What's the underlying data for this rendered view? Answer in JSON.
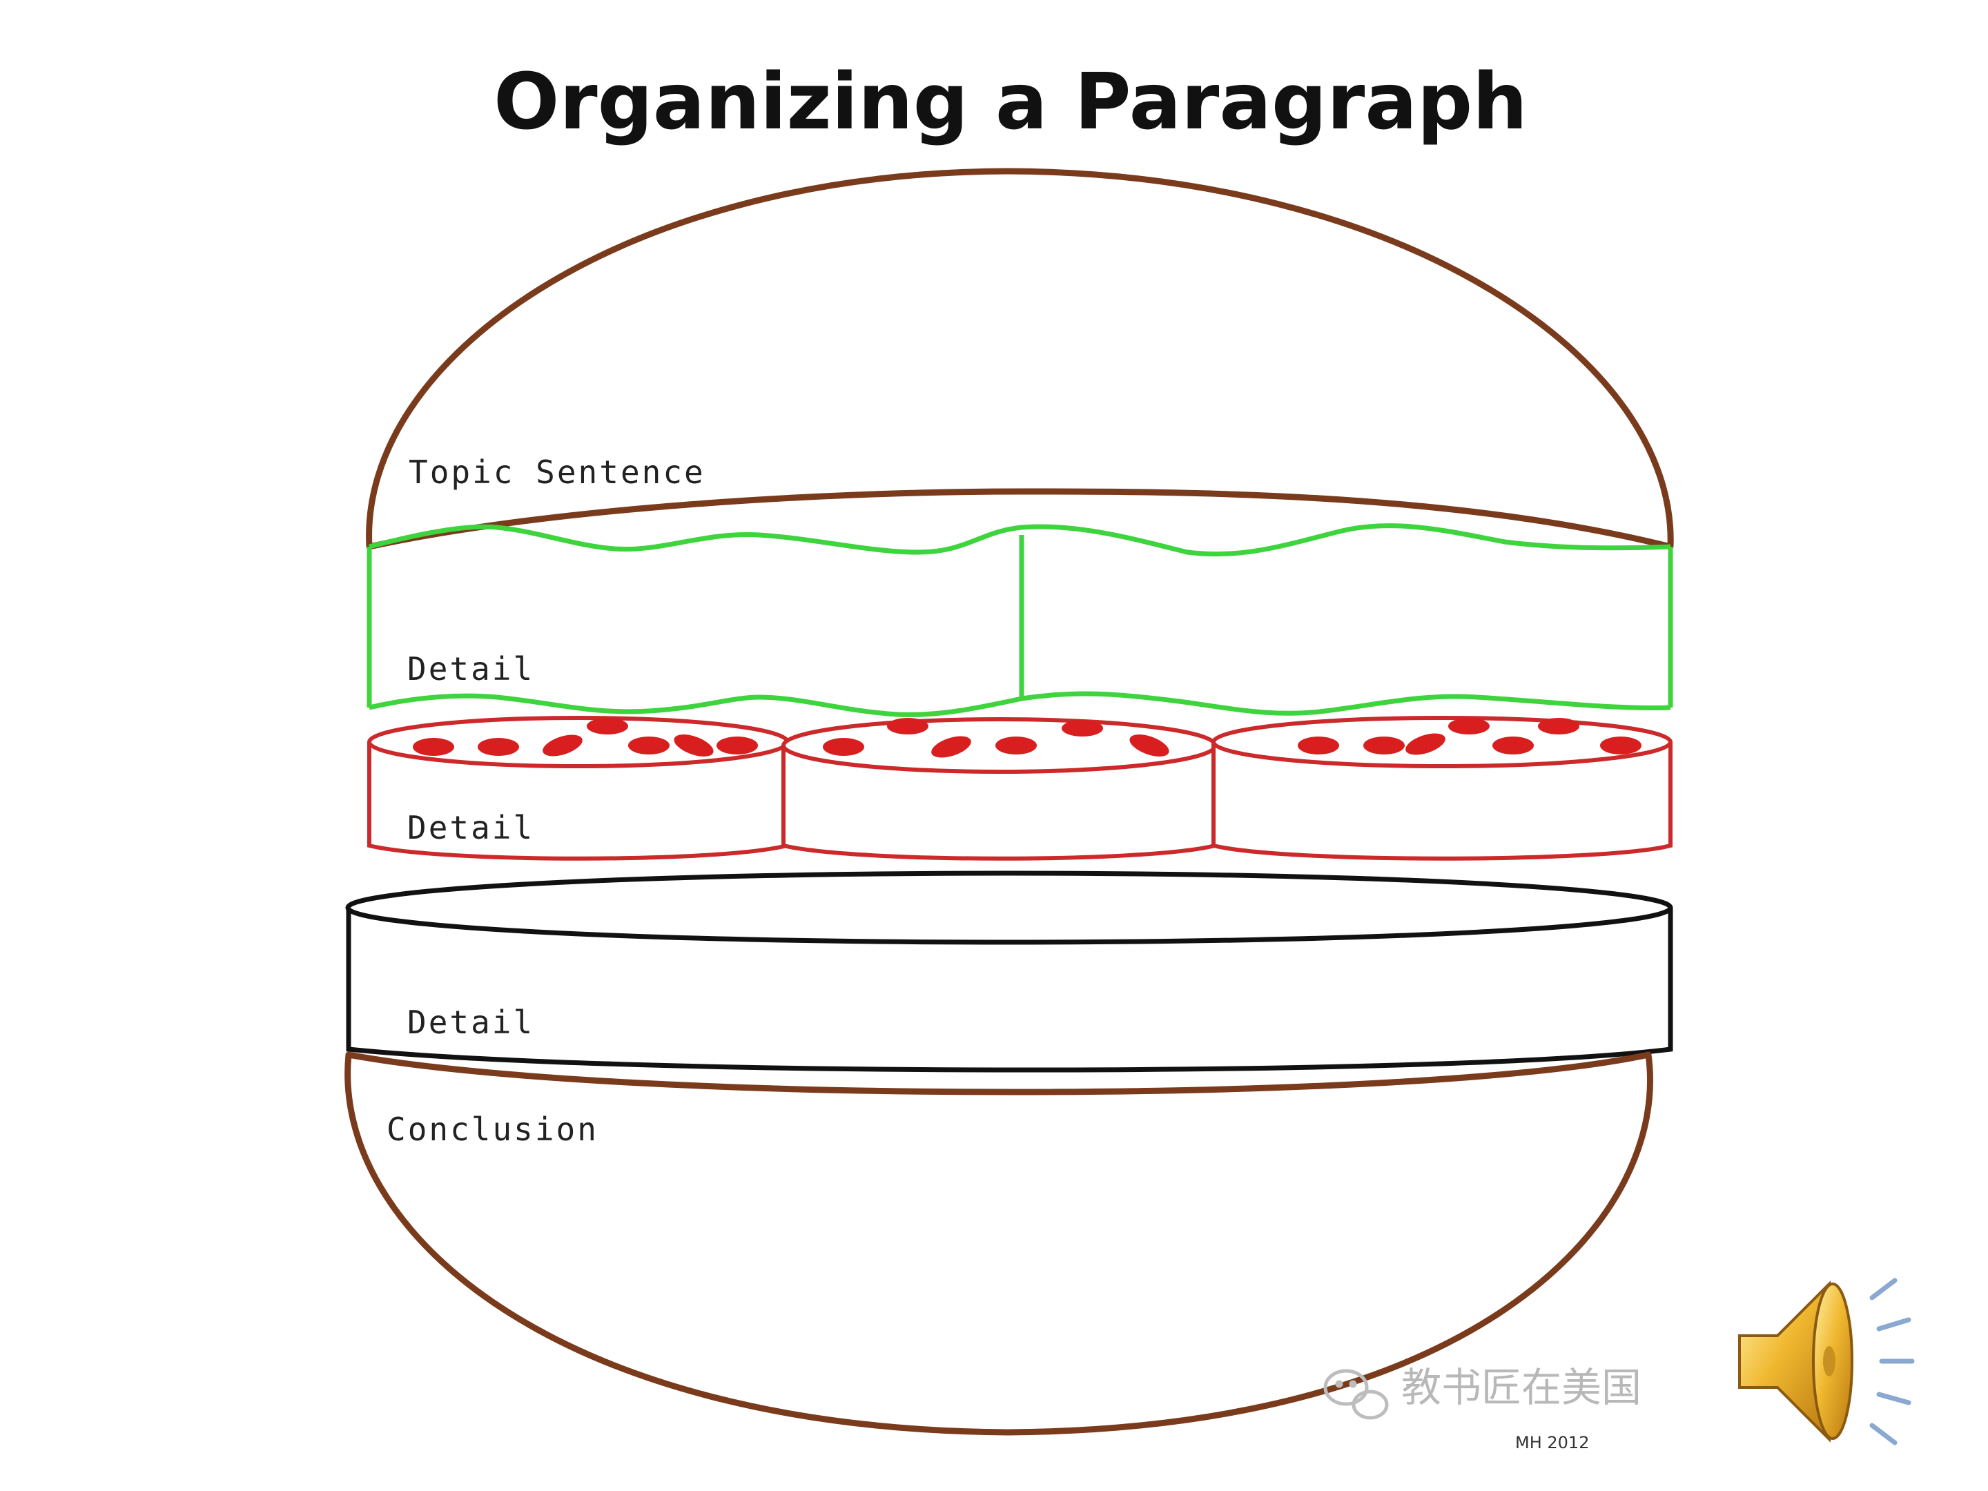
{
  "title": "Organizing a Paragraph",
  "labels": {
    "topic": "Topic Sentence",
    "detail_lettuce": "Detail",
    "detail_tomato": "Detail",
    "detail_cheese": "Detail",
    "conclusion": "Conclusion"
  },
  "watermark": "教书匠在美国",
  "small_mark": "MH 2012",
  "colors": {
    "bun": "#7a3a1c",
    "lettuce": "#3dd43d",
    "tomato_outline": "#cc2a2a",
    "tomato_seed": "#d81e1e",
    "cheese": "#111111",
    "speaker_gold": "#e0a020"
  },
  "icons": {
    "speaker": "speaker-icon",
    "watermark_logo": "wechat-logo-icon"
  }
}
